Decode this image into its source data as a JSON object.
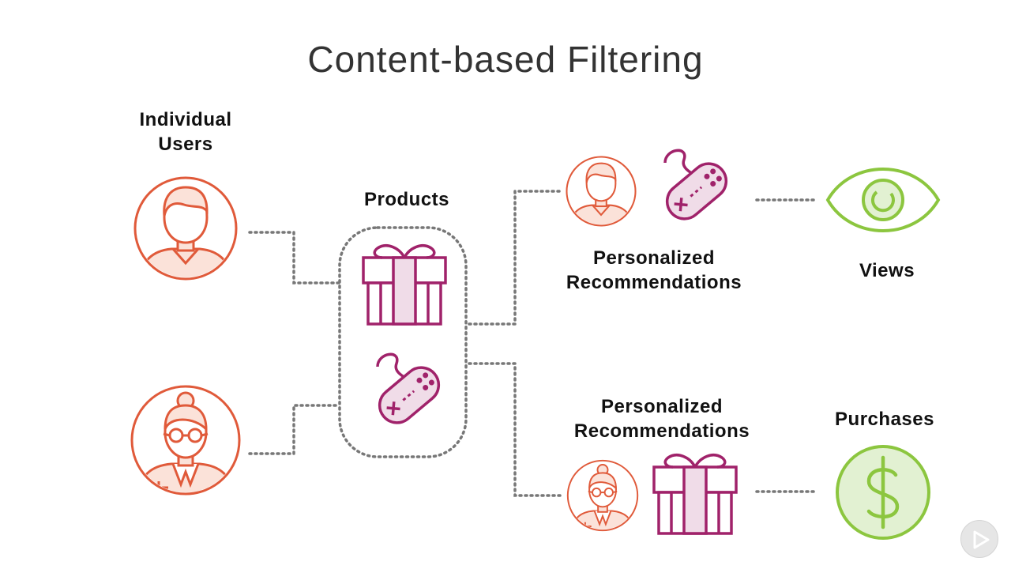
{
  "title": "Content-based Filtering",
  "labels": {
    "individual_users": "Individual Users",
    "products": "Products",
    "personalized_recommendations_top": "Personalized Recommendations",
    "views": "Views",
    "personalized_recommendations_bottom": "Personalized Recommendations",
    "purchases": "Purchases"
  },
  "icons": {
    "user_male": "user-male-icon",
    "user_female": "user-female-icon",
    "gift": "gift-icon",
    "gamepad": "gamepad-icon",
    "eye": "eye-icon",
    "dollar": "dollar-coin-icon",
    "play": "play-icon"
  },
  "colors": {
    "users": "#e05a3a",
    "products": "#a0226a",
    "product_fill": "#f0dce8",
    "outcomes": "#8cc63f",
    "outcome_fill": "#e2f1d2",
    "connector": "#777777"
  }
}
